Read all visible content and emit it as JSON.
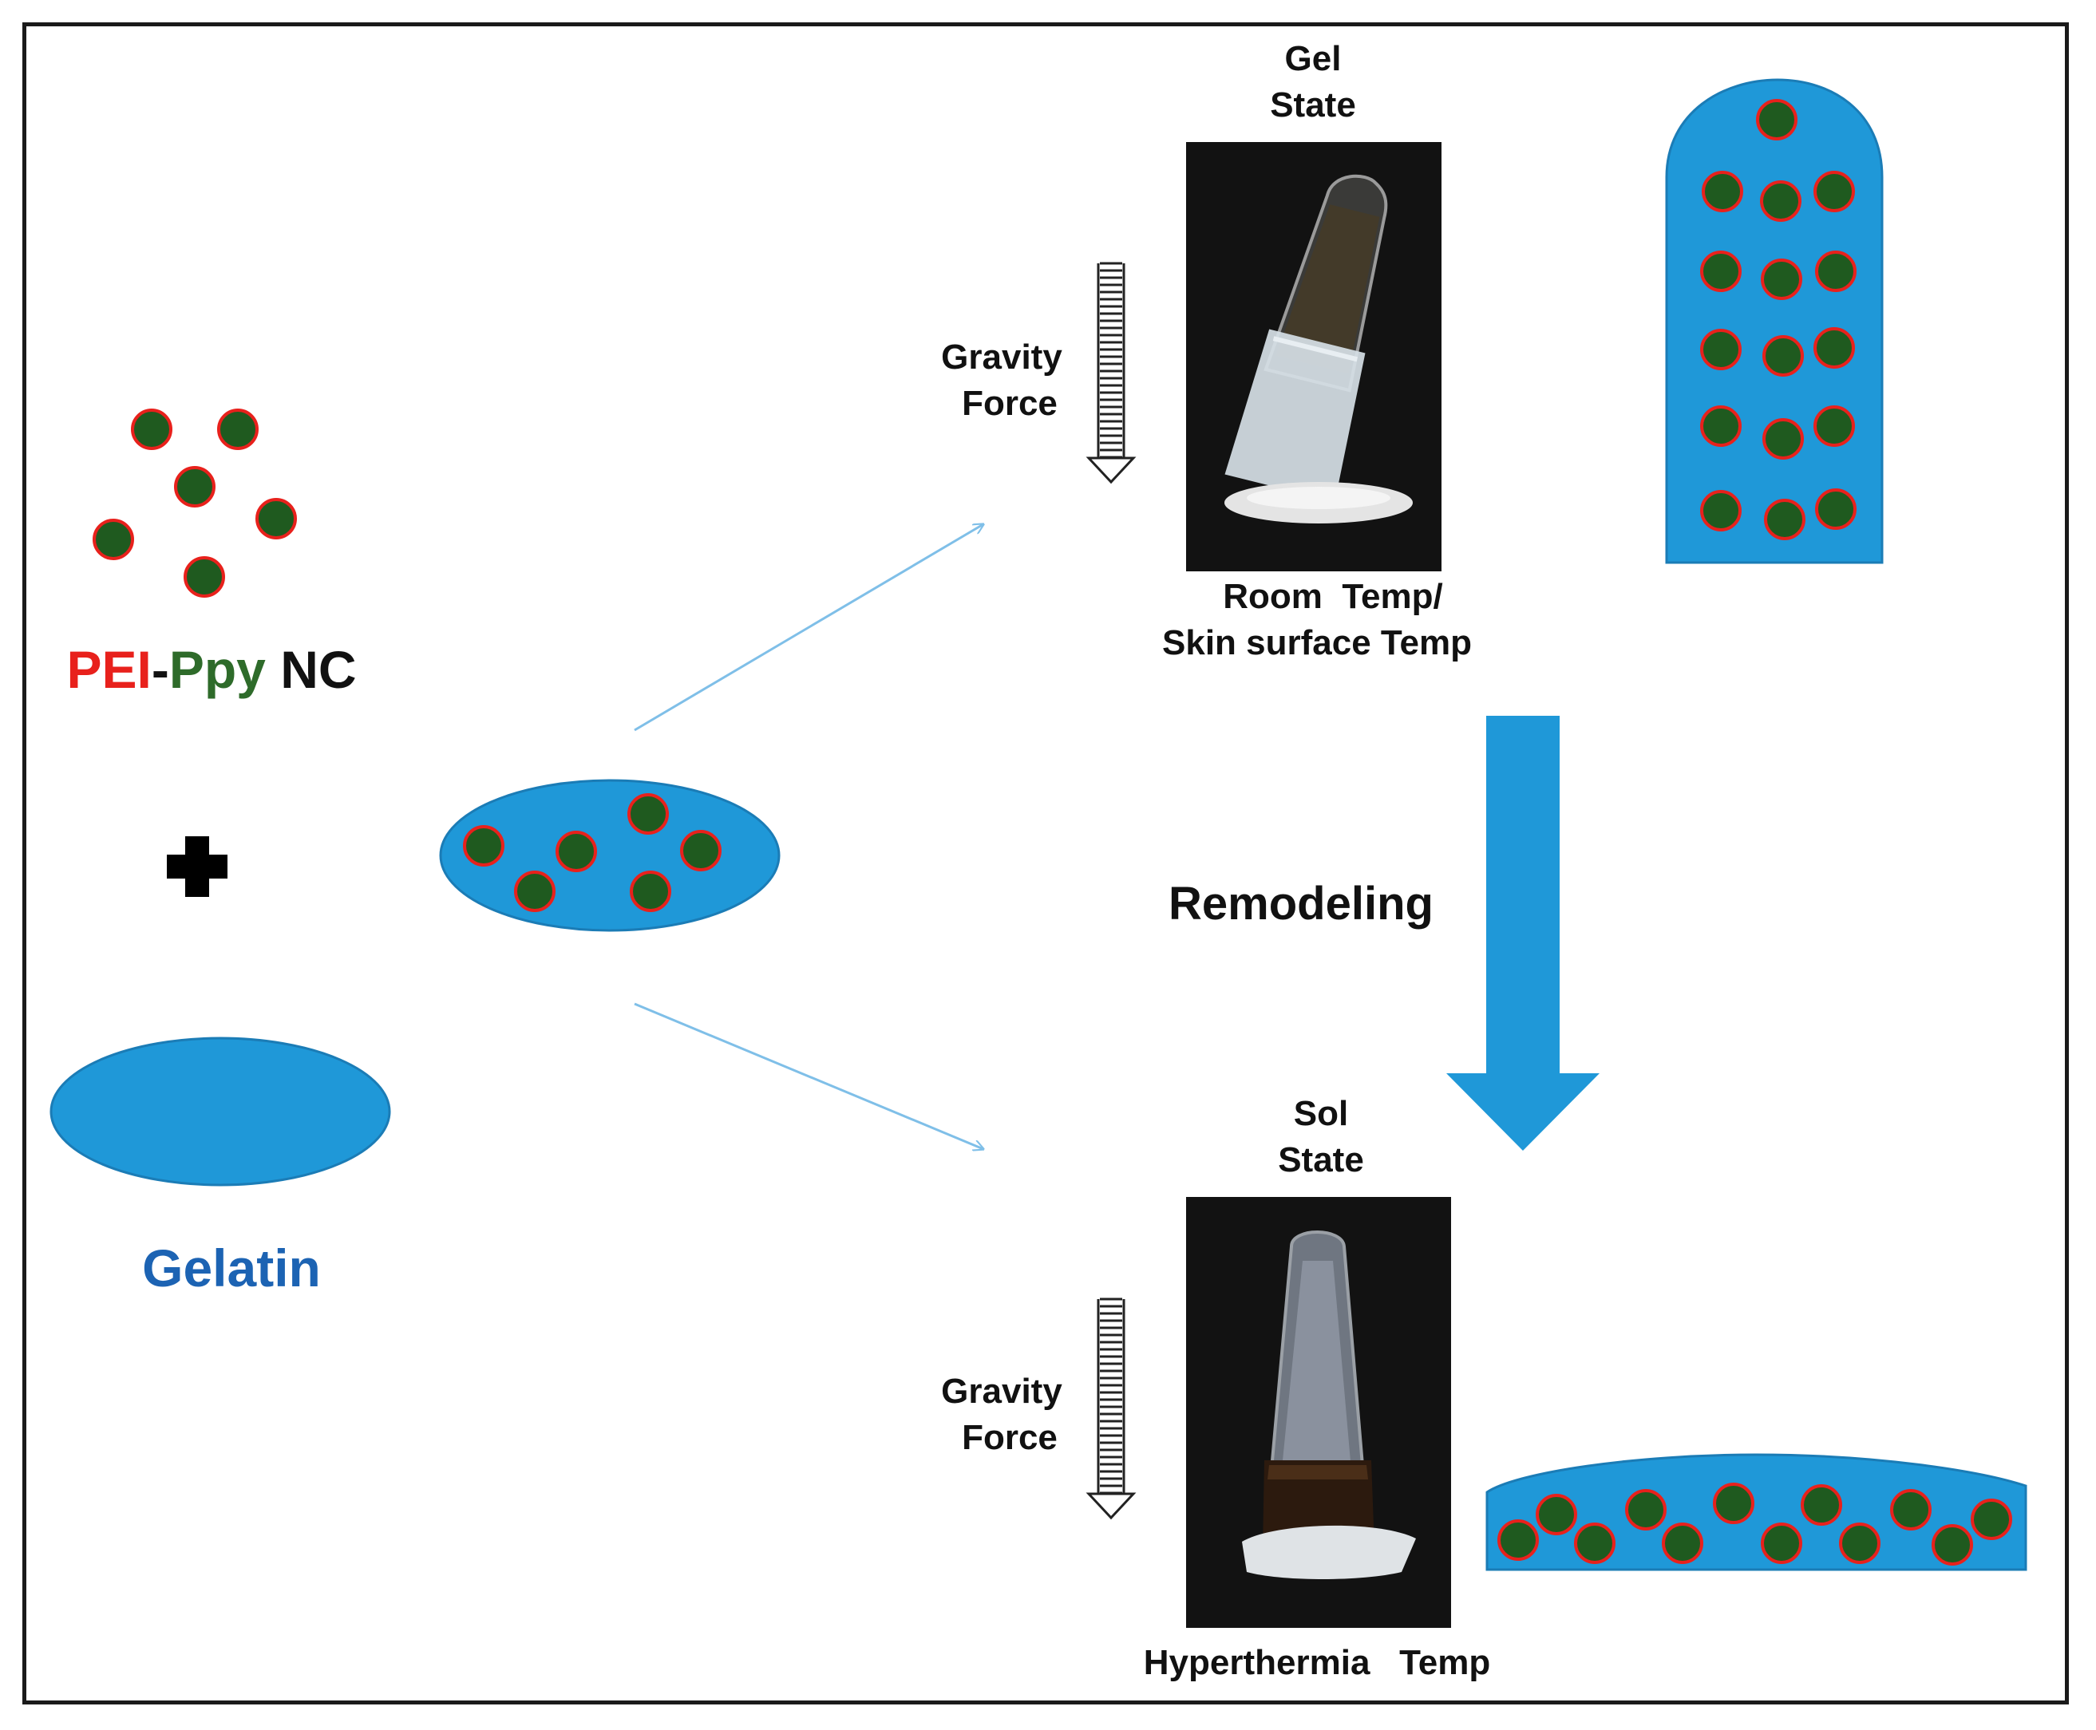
{
  "legend": {
    "nc_parts": [
      {
        "text": "PEI",
        "color": "#e8211c"
      },
      {
        "text": "-",
        "color": "#111111"
      },
      {
        "text": "Ppy",
        "color": "#2e6b2a"
      },
      {
        "text": " NC",
        "color": "#111111"
      }
    ],
    "gelatin": "Gelatin"
  },
  "gel": {
    "state_line1": "Gel",
    "state_line2": "State",
    "gravity_line1": "Gravity",
    "gravity_line2": "Force",
    "temp_line1": "Room  Temp/",
    "temp_line2": "Skin surface Temp"
  },
  "sol": {
    "state_line1": "Sol",
    "state_line2": "State",
    "gravity_line1": "Gravity",
    "gravity_line2": "Force",
    "temp_line1": "Hyperthermia   Temp"
  },
  "process": {
    "remodeling": "Remodeling"
  },
  "colors": {
    "gelatin_blue": "#1f98d8",
    "particle_core": "#1f5a1f",
    "particle_ring": "#e8211c",
    "gelatin_text": "#1c63b3",
    "thin_arrow": "#7fbfe8"
  }
}
